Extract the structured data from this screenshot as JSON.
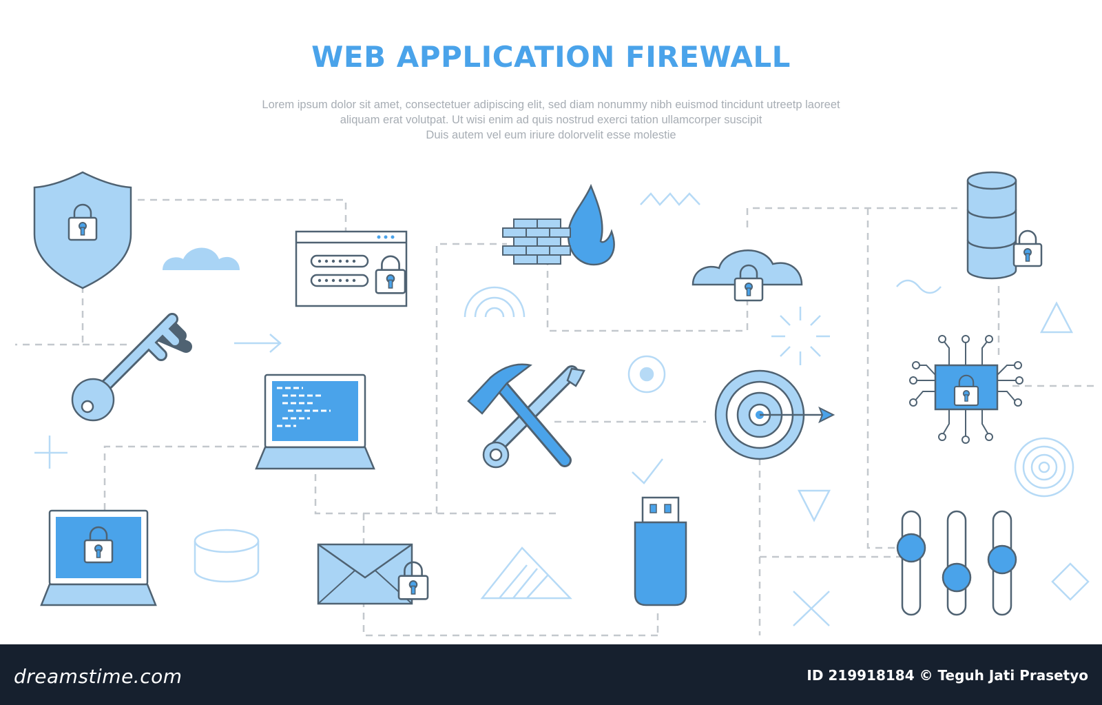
{
  "title": "WEB APPLICATION FIREWALL",
  "description": [
    "Lorem ipsum dolor sit amet, consectetuer adipiscing elit, sed diam nonummy nibh euismod tincidunt utreetp laoreet",
    "aliquam erat volutpat. Ut wisi enim ad  quis nostrud exerci tation ullamcorper suscipit",
    "Duis autem vel eum iriure dolorvelit esse molestie"
  ],
  "footer": {
    "brand": "dreamstime.com",
    "credit": "ID 219918184 © Teguh Jati Prasetyo"
  },
  "colors": {
    "accent": "#4aa3ea",
    "fill": "#a9d4f5",
    "stroke": "#4f6272",
    "connector": "#c3c8cd",
    "footer_bg": "#16202e"
  },
  "icons": [
    "shield-lock-icon",
    "password-form-lock-icon",
    "firewall-icon",
    "cloud-lock-icon",
    "database-lock-icon",
    "key-icon",
    "laptop-code-icon",
    "tools-icon",
    "target-icon",
    "chip-lock-icon",
    "laptop-lock-icon",
    "email-lock-icon",
    "usb-drive-icon",
    "sliders-icon"
  ]
}
